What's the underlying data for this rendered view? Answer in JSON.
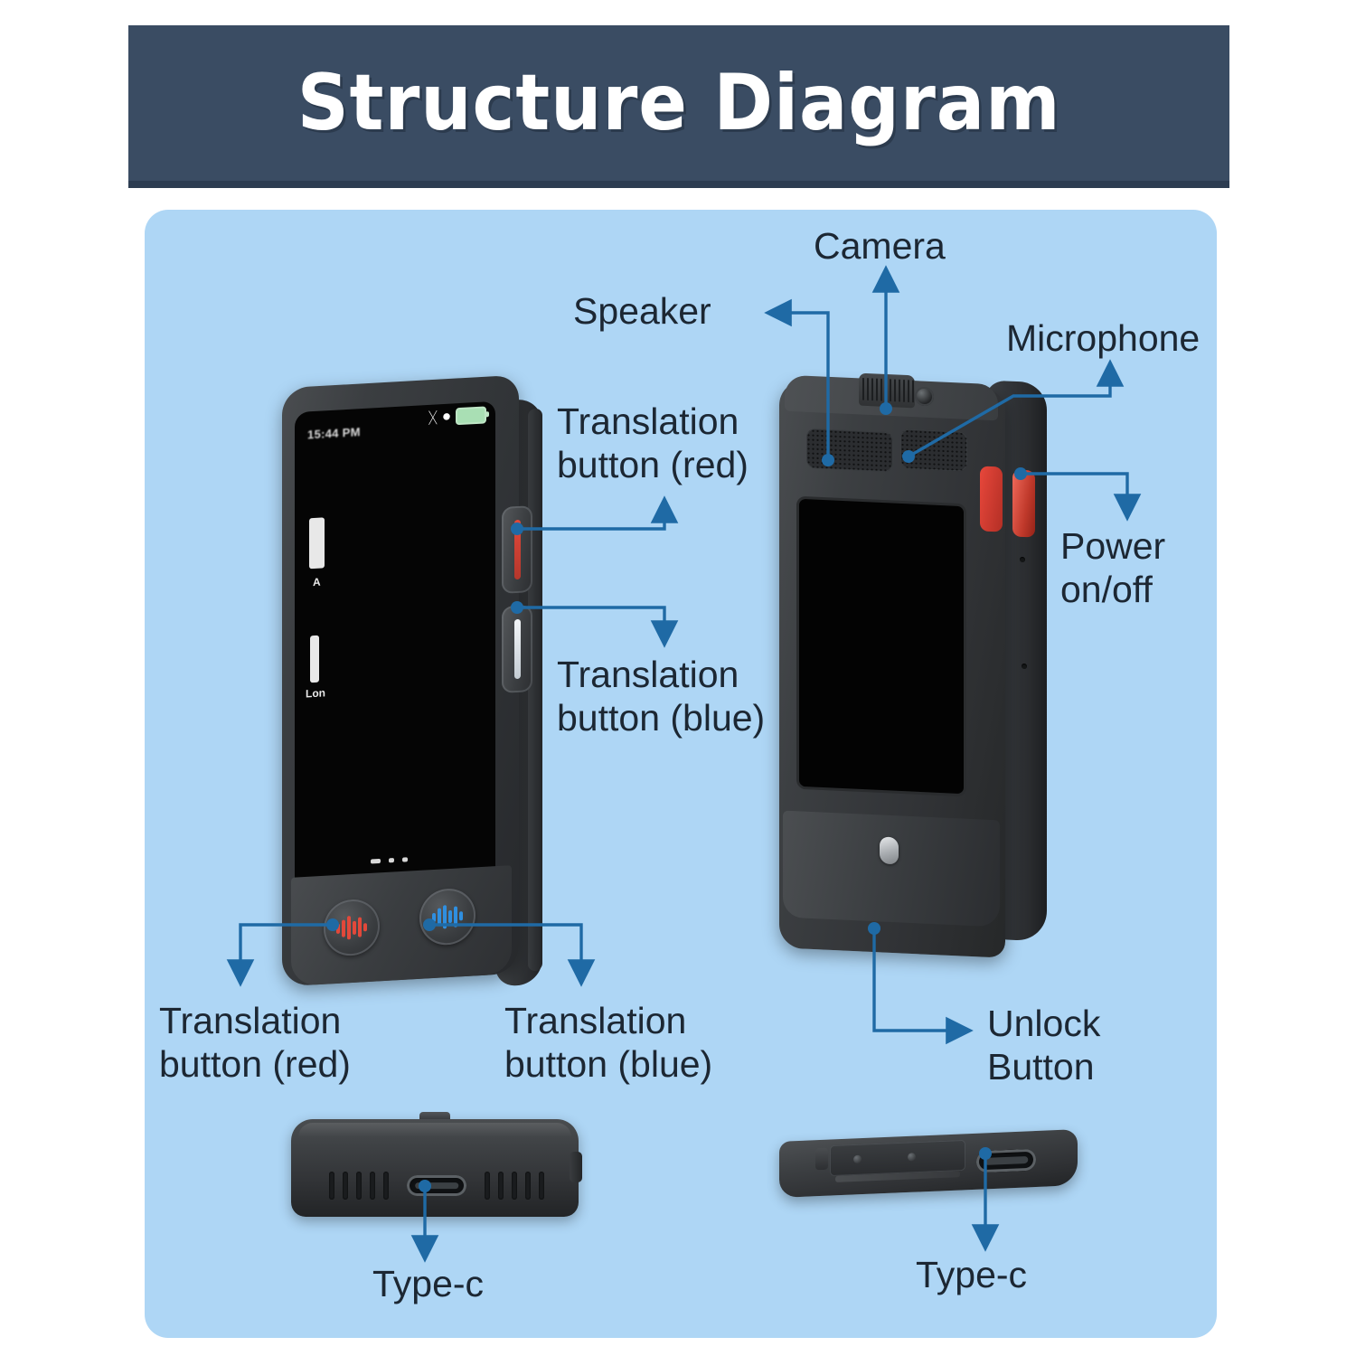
{
  "header": {
    "title": "Structure Diagram",
    "bg_color": "#3a4c63",
    "text_color": "#ffffff"
  },
  "panel": {
    "bg_color": "#aed6f5"
  },
  "colors": {
    "connector": "#1f6aa5",
    "label_text": "#1c2733",
    "red_button": "#e2483a",
    "blue_button": "#2f8fe0"
  },
  "labels": {
    "speaker": "Speaker",
    "camera": "Camera",
    "microphone": "Microphone",
    "power": {
      "line1": "Power",
      "line2": "on/off"
    },
    "translation_red_side": {
      "line1": "Translation",
      "line2": "button (red)"
    },
    "translation_blue_side": {
      "line1": "Translation",
      "line2": "button (blue)"
    },
    "translation_red_bottom": {
      "line1": "Translation",
      "line2": "button (red)"
    },
    "translation_blue_bottom": {
      "line1": "Translation",
      "line2": "button (blue)"
    },
    "unlock": {
      "line1": "Unlock",
      "line2": "Button"
    },
    "typec_left": "Type-c",
    "typec_right": "Type-c"
  },
  "device_front": {
    "status_bar": {
      "time": "15:44 PM",
      "bluetooth_icon": "bluetooth-icon",
      "wifi_icon": "wifi-icon",
      "battery_icon": "battery-icon"
    },
    "screen_text": {
      "letter": "A",
      "partial_word": "Lon"
    },
    "buttons": {
      "translation_red_icon": "waveform-icon",
      "translation_blue_icon": "waveform-icon"
    }
  },
  "device_back": {
    "parts": [
      "speaker-grille",
      "camera-lens",
      "microphone-grille",
      "power-button",
      "unlock-button"
    ]
  },
  "edge_views": {
    "left_port": "usb-c-port",
    "right_port": "usb-c-port"
  }
}
